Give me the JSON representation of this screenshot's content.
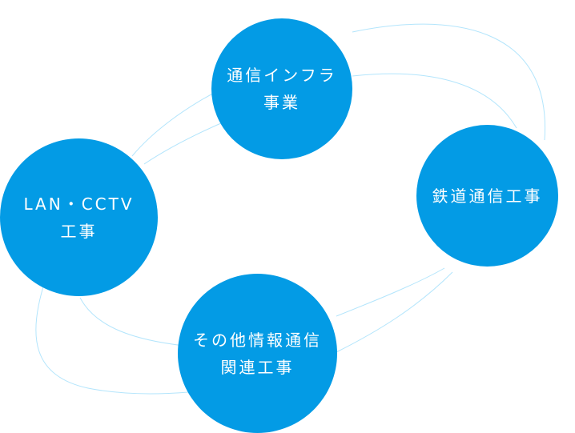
{
  "diagram": {
    "circle_color": "#039BE5",
    "connector_color": "#B3E5FC",
    "nodes": [
      {
        "id": "infra",
        "label": "通信インフラ\n事業"
      },
      {
        "id": "rail",
        "label": "鉄道通信工事"
      },
      {
        "id": "lan",
        "label": "LAN・CCTV\n工事"
      },
      {
        "id": "other",
        "label": "その他情報通信\n関連工事"
      }
    ]
  }
}
